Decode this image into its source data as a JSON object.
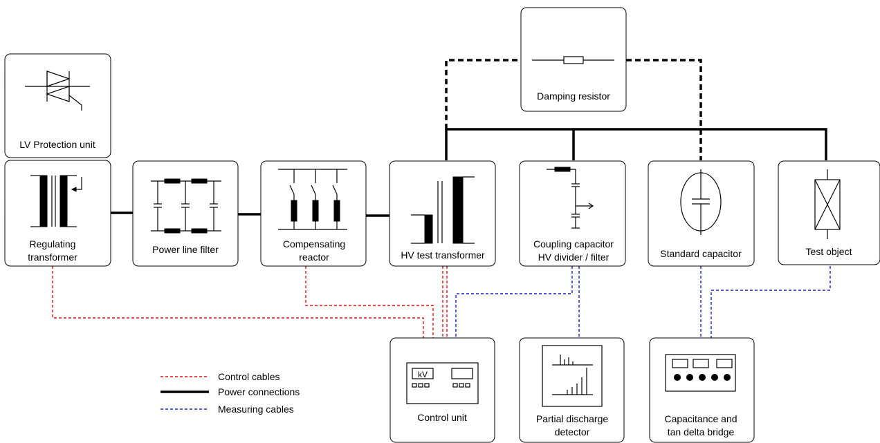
{
  "components": {
    "lv_protection": "LV Protection unit",
    "regulating_1": "Regulating",
    "regulating_2": "transformer",
    "power_filter": "Power line filter",
    "compensating_1": "Compensating",
    "compensating_2": "reactor",
    "hv_transformer": "HV test transformer",
    "coupling_1": "Coupling capacitor",
    "coupling_2": "HV divider / filter",
    "standard_cap": "Standard capacitor",
    "test_object": "Test object",
    "damping": "Damping resistor",
    "control_unit": "Control unit",
    "pd_1": "Partial discharge",
    "pd_2": "detector",
    "bridge_1": "Capacitance and",
    "bridge_2": "tan delta bridge",
    "kv_label": "kV"
  },
  "legend": {
    "control": "Control cables",
    "power": "Power connections",
    "measuring": "Measuring cables"
  },
  "colors": {
    "control_cable": "#e01010",
    "measuring_cable": "#1020c0",
    "power_connection": "#000000"
  }
}
